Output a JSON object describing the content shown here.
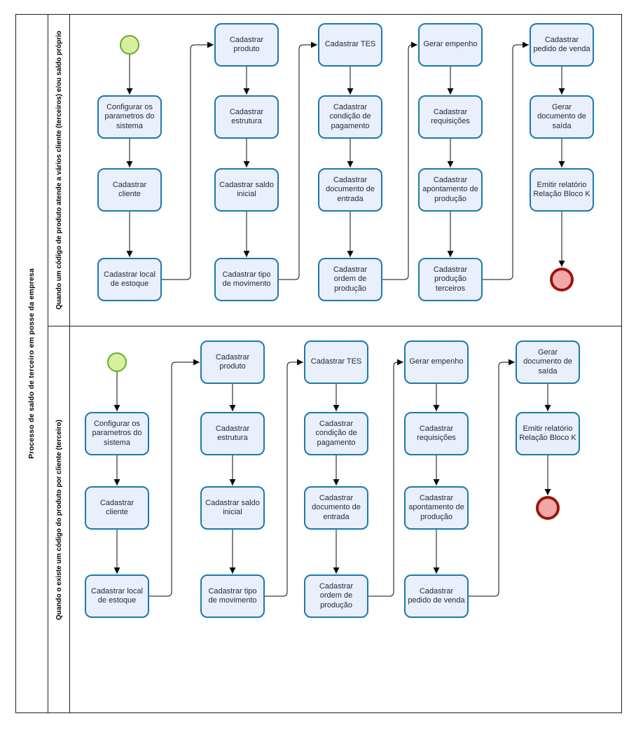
{
  "pool": {
    "label": "Processo de saldo de terceiro em posse da empresa"
  },
  "colors": {
    "task_fill": "#e9effb",
    "task_border": "#1b7aad",
    "start_fill": "#d9efa0",
    "start_border": "#64ad2d",
    "end_fill": "#f0a9a7",
    "end_border": "#9c1410",
    "connector": "#0a0a0a",
    "line": "#1f1f1f"
  },
  "lanes": [
    {
      "label": "Quando um código de produto atende a vários cliente (terceiros) e/ou saldo próprio",
      "nodes": [
        {
          "id": "s1",
          "type": "start",
          "col": 0,
          "row": 0
        },
        {
          "id": "t1",
          "type": "task",
          "col": 0,
          "row": 1,
          "label": "Configurar os parametros do sistema"
        },
        {
          "id": "t2",
          "type": "task",
          "col": 0,
          "row": 2,
          "label": "Cadastrar cliente"
        },
        {
          "id": "t3",
          "type": "task",
          "col": 0,
          "row": 3,
          "label": "Cadastrar local de estoque"
        },
        {
          "id": "t4",
          "type": "task",
          "col": 1,
          "row": 0,
          "label": "Cadastrar produto"
        },
        {
          "id": "t5",
          "type": "task",
          "col": 1,
          "row": 1,
          "label": "Cadastrar estrutura"
        },
        {
          "id": "t6",
          "type": "task",
          "col": 1,
          "row": 2,
          "label": "Cadastrar saldo inicial"
        },
        {
          "id": "t7",
          "type": "task",
          "col": 1,
          "row": 3,
          "label": "Cadastrar tipo de movimento"
        },
        {
          "id": "t8",
          "type": "task",
          "col": 2,
          "row": 0,
          "label": "Cadastrar TES"
        },
        {
          "id": "t9",
          "type": "task",
          "col": 2,
          "row": 1,
          "label": "Cadastrar condição de pagamento"
        },
        {
          "id": "t10",
          "type": "task",
          "col": 2,
          "row": 2,
          "label": "Cadastrar documento de entrada"
        },
        {
          "id": "t11",
          "type": "task",
          "col": 2,
          "row": 3,
          "label": "Cadastrar ordem de produção"
        },
        {
          "id": "t12",
          "type": "task",
          "col": 3,
          "row": 0,
          "label": "Gerar empenho"
        },
        {
          "id": "t13",
          "type": "task",
          "col": 3,
          "row": 1,
          "label": "Cadastrar requisições"
        },
        {
          "id": "t14",
          "type": "task",
          "col": 3,
          "row": 2,
          "label": "Cadastrar apontamento de produção"
        },
        {
          "id": "t15",
          "type": "task",
          "col": 3,
          "row": 3,
          "label": "Cadastrar produção terceiros"
        },
        {
          "id": "t16",
          "type": "task",
          "col": 4,
          "row": 0,
          "label": "Cadastrar pedido de venda"
        },
        {
          "id": "t17",
          "type": "task",
          "col": 4,
          "row": 1,
          "label": "Gerar documento de saída"
        },
        {
          "id": "t18",
          "type": "task",
          "col": 4,
          "row": 2,
          "label": "Emitir relatório Relação Bloco K"
        },
        {
          "id": "e1",
          "type": "end",
          "col": 4,
          "row": 3
        }
      ],
      "edges": [
        {
          "from": "s1",
          "to": "t1"
        },
        {
          "from": "t1",
          "to": "t2"
        },
        {
          "from": "t2",
          "to": "t3"
        },
        {
          "from": "t3",
          "to": "t4"
        },
        {
          "from": "t4",
          "to": "t5"
        },
        {
          "from": "t5",
          "to": "t6"
        },
        {
          "from": "t6",
          "to": "t7"
        },
        {
          "from": "t7",
          "to": "t8"
        },
        {
          "from": "t8",
          "to": "t9"
        },
        {
          "from": "t9",
          "to": "t10"
        },
        {
          "from": "t10",
          "to": "t11"
        },
        {
          "from": "t11",
          "to": "t12"
        },
        {
          "from": "t12",
          "to": "t13"
        },
        {
          "from": "t13",
          "to": "t14"
        },
        {
          "from": "t14",
          "to": "t15"
        },
        {
          "from": "t15",
          "to": "t16"
        },
        {
          "from": "t16",
          "to": "t17"
        },
        {
          "from": "t17",
          "to": "t18"
        },
        {
          "from": "t18",
          "to": "e1"
        }
      ]
    },
    {
      "label": "Quando o existe um código do produto por cliente (terceiro)",
      "nodes": [
        {
          "id": "s2",
          "type": "start",
          "col": 0,
          "row": 0
        },
        {
          "id": "u1",
          "type": "task",
          "col": 0,
          "row": 1,
          "label": "Configurar os parametros do sistema"
        },
        {
          "id": "u2",
          "type": "task",
          "col": 0,
          "row": 2,
          "label": "Cadastrar cliente"
        },
        {
          "id": "u3",
          "type": "task",
          "col": 0,
          "row": 3,
          "label": "Cadastrar local de estoque"
        },
        {
          "id": "u4",
          "type": "task",
          "col": 1,
          "row": 0,
          "label": "Cadastrar produto"
        },
        {
          "id": "u5",
          "type": "task",
          "col": 1,
          "row": 1,
          "label": "Cadastrar estrutura"
        },
        {
          "id": "u6",
          "type": "task",
          "col": 1,
          "row": 2,
          "label": "Cadastrar saldo inicial"
        },
        {
          "id": "u7",
          "type": "task",
          "col": 1,
          "row": 3,
          "label": "Cadastrar tipo de movimento"
        },
        {
          "id": "u8",
          "type": "task",
          "col": 2,
          "row": 0,
          "label": "Cadastrar TES"
        },
        {
          "id": "u9",
          "type": "task",
          "col": 2,
          "row": 1,
          "label": "Cadastrar condição de pagamento"
        },
        {
          "id": "u10",
          "type": "task",
          "col": 2,
          "row": 2,
          "label": "Cadastrar documento de entrada"
        },
        {
          "id": "u11",
          "type": "task",
          "col": 2,
          "row": 3,
          "label": "Cadastrar ordem de produção"
        },
        {
          "id": "u12",
          "type": "task",
          "col": 3,
          "row": 0,
          "label": "Gerar empenho"
        },
        {
          "id": "u13",
          "type": "task",
          "col": 3,
          "row": 1,
          "label": "Cadastrar requisições"
        },
        {
          "id": "u14",
          "type": "task",
          "col": 3,
          "row": 2,
          "label": "Cadastrar apontamento de produção"
        },
        {
          "id": "u15",
          "type": "task",
          "col": 3,
          "row": 3,
          "label": "Cadastrar pedido de venda"
        },
        {
          "id": "u16",
          "type": "task",
          "col": 4,
          "row": 0,
          "label": "Gerar documento de saída"
        },
        {
          "id": "u17",
          "type": "task",
          "col": 4,
          "row": 1,
          "label": "Emitir relatório Relação Bloco K"
        },
        {
          "id": "e2",
          "type": "end",
          "col": 4,
          "row": 2
        }
      ],
      "edges": [
        {
          "from": "s2",
          "to": "u1"
        },
        {
          "from": "u1",
          "to": "u2"
        },
        {
          "from": "u2",
          "to": "u3"
        },
        {
          "from": "u3",
          "to": "u4"
        },
        {
          "from": "u4",
          "to": "u5"
        },
        {
          "from": "u5",
          "to": "u6"
        },
        {
          "from": "u6",
          "to": "u7"
        },
        {
          "from": "u7",
          "to": "u8"
        },
        {
          "from": "u8",
          "to": "u9"
        },
        {
          "from": "u9",
          "to": "u10"
        },
        {
          "from": "u10",
          "to": "u11"
        },
        {
          "from": "u11",
          "to": "u12"
        },
        {
          "from": "u12",
          "to": "u13"
        },
        {
          "from": "u13",
          "to": "u14"
        },
        {
          "from": "u14",
          "to": "u15"
        },
        {
          "from": "u15",
          "to": "u16"
        },
        {
          "from": "u16",
          "to": "u17"
        },
        {
          "from": "u17",
          "to": "e2"
        }
      ]
    }
  ]
}
